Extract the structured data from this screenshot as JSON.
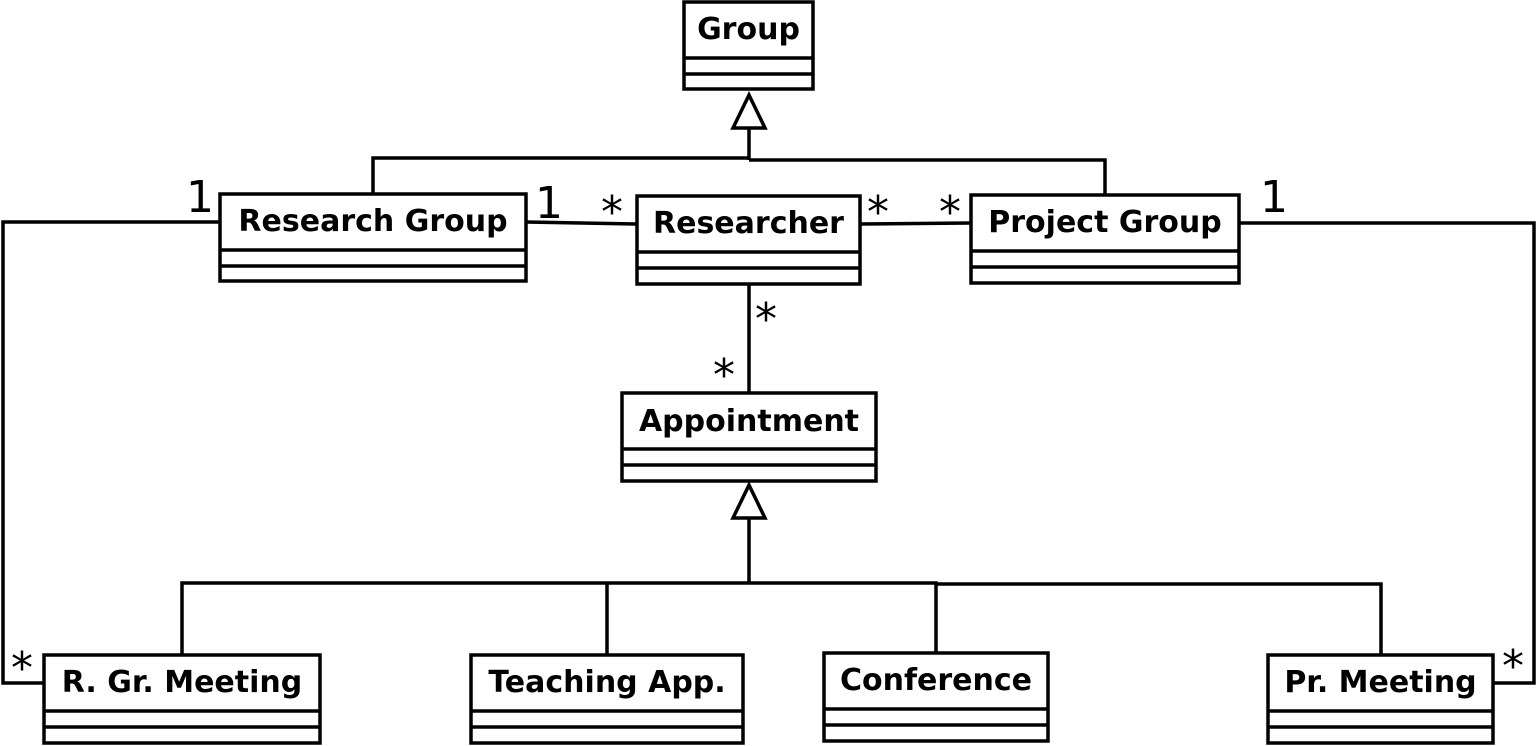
{
  "classes": {
    "group": "Group",
    "research_group": "Research Group",
    "researcher": "Researcher",
    "project_group": "Project Group",
    "appointment": "Appointment",
    "rgr_meeting": "R. Gr. Meeting",
    "teaching_app": "Teaching App.",
    "conference": "Conference",
    "pr_meeting": "Pr. Meeting"
  },
  "multiplicities": {
    "rg_left_1": "1",
    "rg_researcher_1": "1",
    "researcher_rg_star": "*",
    "researcher_pg_star": "*",
    "pg_researcher_star": "*",
    "pg_right_1": "1",
    "researcher_appt_star": "*",
    "appt_researcher_star": "*",
    "rgm_star": "*",
    "prm_star": "*"
  },
  "relations": [
    {
      "type": "generalization",
      "child": "Research Group",
      "parent": "Group"
    },
    {
      "type": "generalization",
      "child": "Project Group",
      "parent": "Group"
    },
    {
      "type": "generalization",
      "child": "R. Gr. Meeting",
      "parent": "Appointment"
    },
    {
      "type": "generalization",
      "child": "Teaching App.",
      "parent": "Appointment"
    },
    {
      "type": "generalization",
      "child": "Conference",
      "parent": "Appointment"
    },
    {
      "type": "generalization",
      "child": "Pr. Meeting",
      "parent": "Appointment"
    },
    {
      "type": "association",
      "from": "Research Group",
      "to": "Researcher"
    },
    {
      "type": "association",
      "from": "Researcher",
      "to": "Project Group"
    },
    {
      "type": "association",
      "from": "Researcher",
      "to": "Appointment"
    },
    {
      "type": "association",
      "from": "Research Group",
      "to": "R. Gr. Meeting"
    },
    {
      "type": "association",
      "from": "Project Group",
      "to": "Pr. Meeting"
    }
  ]
}
